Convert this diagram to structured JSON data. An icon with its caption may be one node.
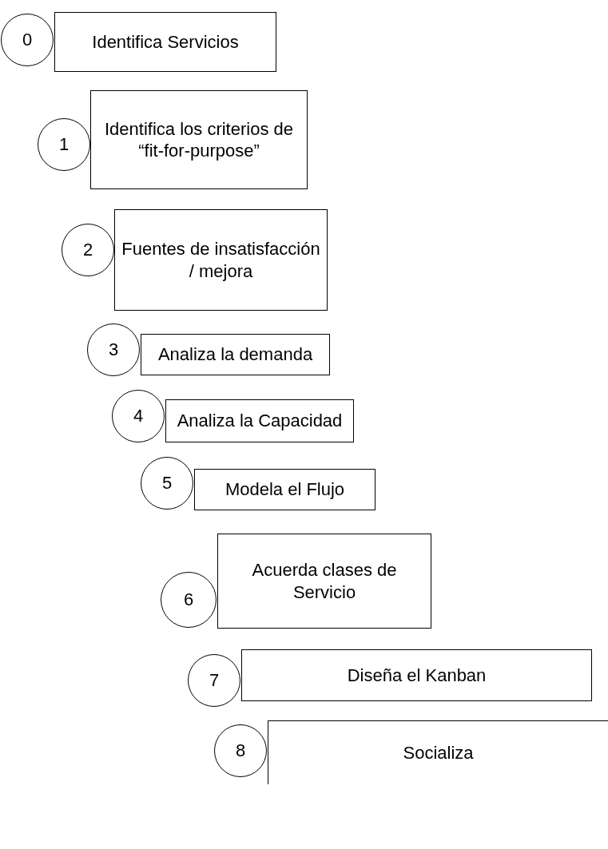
{
  "diagram": {
    "nodes": [
      {
        "text": [
          "0"
        ]
      },
      {
        "text": [
          "Identifica Servicios"
        ]
      },
      {
        "text": [
          "1"
        ]
      },
      {
        "text": [
          "Identifica los criterios de “fit-for-purpose”"
        ]
      },
      {
        "text": [
          "2"
        ]
      },
      {
        "text": [
          "Fuentes de insatisfacción / mejora"
        ]
      },
      {
        "text": [
          "3"
        ]
      },
      {
        "text": [
          "Analiza la demanda"
        ]
      },
      {
        "text": [
          "4"
        ]
      },
      {
        "text": [
          "Analiza la Capacidad"
        ]
      },
      {
        "text": [
          "5"
        ]
      },
      {
        "text": [
          "Modela el Flujo"
        ]
      },
      {
        "text": [
          "6"
        ]
      },
      {
        "text": [
          "Acuerda clases de Servicio"
        ]
      },
      {
        "text": [
          "7"
        ]
      },
      {
        "text": [
          "Diseña el Kanban"
        ]
      },
      {
        "text": [
          "8"
        ]
      },
      {
        "text": [
          "Socializa"
        ]
      }
    ]
  }
}
